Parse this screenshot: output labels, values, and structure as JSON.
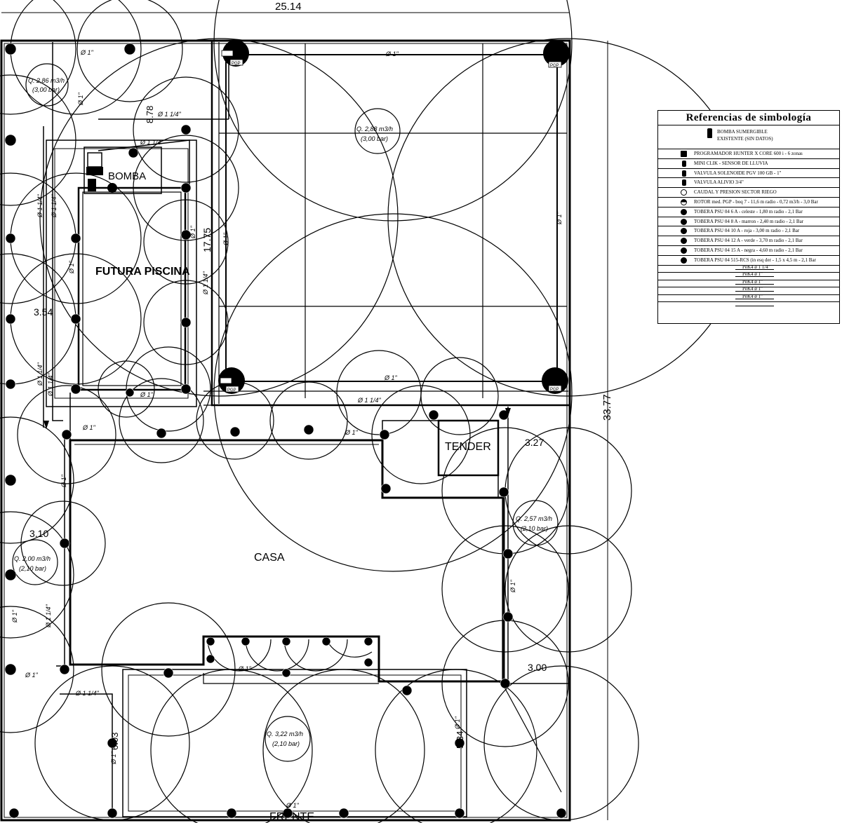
{
  "plan": {
    "total_width": "25.14",
    "total_height": "33.77",
    "front_label": "FRENTE",
    "areas": {
      "pool": "FUTURA PISCINA",
      "pump": "BOMBA",
      "house": "CASA",
      "tender": "TENDER"
    },
    "dimensions": {
      "d_878": "8.78",
      "d_1775": "17.75",
      "d_354": "3.54",
      "d_310": "3.10",
      "d_327": "3.27",
      "d_300": "3.00",
      "d_603": "6.03",
      "d_534": "5.34"
    },
    "pipe_labels": {
      "p1": "Ø 1\"",
      "p1q": "Ø 1 1/4\"",
      "p1q_dup": "Ø 1 1/4\""
    },
    "sectors": [
      {
        "flow": "Q. 2,86 m3/h",
        "pressure": "(3,00 bar)"
      },
      {
        "flow": "Q. 2,88 m3/h",
        "pressure": "(3,00 bar)"
      },
      {
        "flow": "Q. 2,57 m3/h",
        "pressure": "(2,10 bar)"
      },
      {
        "flow": "Q. 2,00 m3/h",
        "pressure": "(2,10 bar)"
      },
      {
        "flow": "Q. 3,22 m3/h",
        "pressure": "(2,10 bar)"
      }
    ],
    "rotor_tag": "PGP"
  },
  "legend": {
    "title": "Referencias de simbología",
    "pump_line1": "BOMBA SUMERGIBLE",
    "pump_line2": "EXISTENTE (SIN DATOS)",
    "rows": [
      "PROGRAMADOR HUNTER X CORE 600 i - 6 zonas",
      "MINI CLIK - SENSOR DE LLUVIA",
      "VALVULA SOLENOIDE PGV 100 GB - 1\"",
      "VALVULA ALIVIO 3/4\"",
      "CAUDAL Y PRESION SECTOR RIEGO",
      "ROTOR med. PGP - boq 7 - 11,6 m radio - 0,72 m3/h - 3,0 Bar",
      "TOBERA PSU 04   6 A  - celeste - 1,80 m radio - 2,1 Bar",
      "TOBERA PSU 04   8 A - marron - 2,40 m radio - 2,1 Bar",
      "TOBERA PSU 04 10 A -    roja  -  3,00 m radio - 2,1 Bar",
      "TOBERA PSU 04 12 A  -  verde -  3,70 m radio - 2,1 Bar",
      "TOBERA PSU 04 15 A -   negra - 4,60 m radio - 2,1 Bar",
      "TOBERA PSU 04 515-RCS (in esq der - 1,5 x 4,5 m - 2,1 Bar"
    ],
    "pipes": [
      "PeK4 ø 1 1/4\"",
      "PeK4 ø 1\"",
      "PeK4 ø 1\"",
      "PeK4 ø 1\"",
      "PeK4 ø 1\"",
      ""
    ]
  }
}
